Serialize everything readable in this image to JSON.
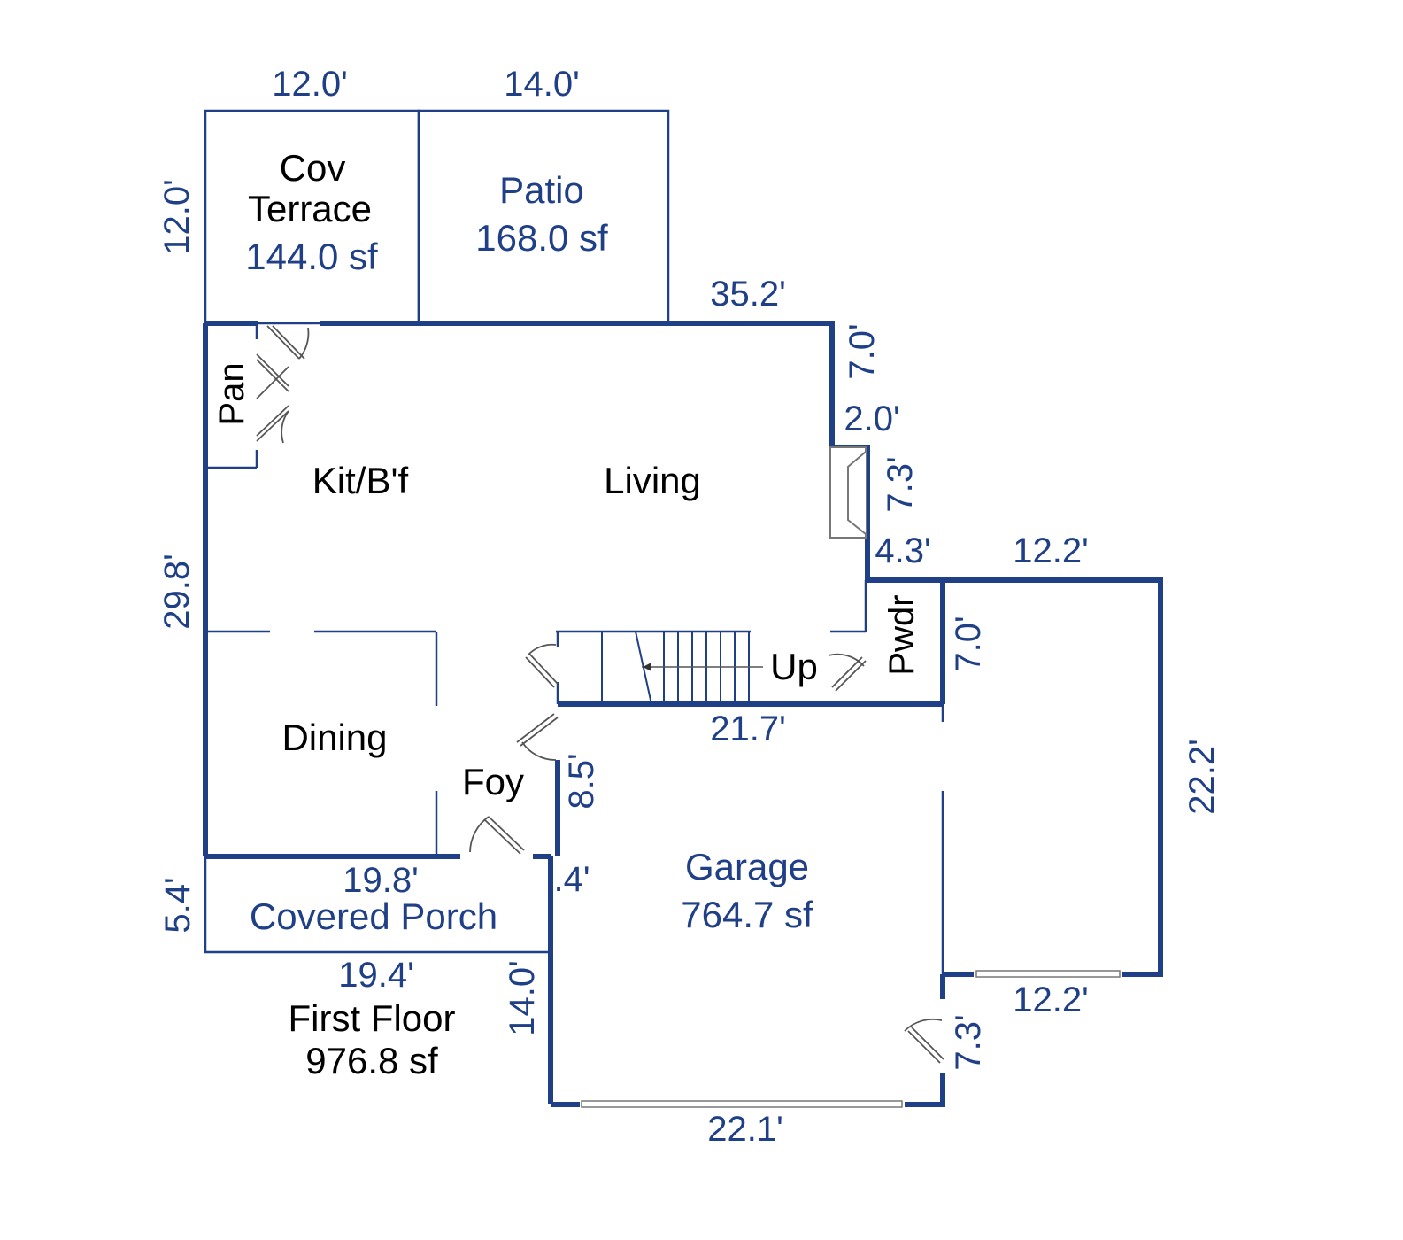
{
  "colors": {
    "wall": "#1f3f87",
    "text_dark": "#000000",
    "fixture": "#555555",
    "background": "#ffffff"
  },
  "rooms": {
    "cov_terrace": {
      "line1": "Cov",
      "line2": "Terrace",
      "area": "144.0 sf"
    },
    "patio": {
      "name": "Patio",
      "area": "168.0 sf"
    },
    "pantry": "Pan",
    "kitchen": "Kit/B'f",
    "living": "Living",
    "powder": "Pwdr",
    "stairs": "Up",
    "dining": "Dining",
    "foyer": "Foy",
    "covered_porch": "Covered Porch",
    "garage": {
      "name": "Garage",
      "area": "764.7 sf"
    }
  },
  "summary": {
    "floor": "First Floor",
    "area": "976.8 sf"
  },
  "dimensions": {
    "terrace_width": "12.0'",
    "patio_width": "14.0'",
    "terrace_depth": "12.0'",
    "house_top": "35.2'",
    "right_upper": "7.0'",
    "bump_out": "2.0'",
    "fireplace_wall": "7.3'",
    "step_in": "4.3'",
    "garage_top": "12.2'",
    "powder_height": "7.0'",
    "left_side": "29.8'",
    "stair_wall": "21.7'",
    "foyer_wall": "8.5'",
    "garage_right": "22.2'",
    "porch_top": "19.8'",
    "porch_side": "5.4'",
    "porch_jog": ".4'",
    "porch_bottom": "19.4'",
    "garage_left": "14.0'",
    "garage_lower_right": "12.2'",
    "garage_door_side": "7.3'",
    "garage_bottom": "22.1'"
  }
}
